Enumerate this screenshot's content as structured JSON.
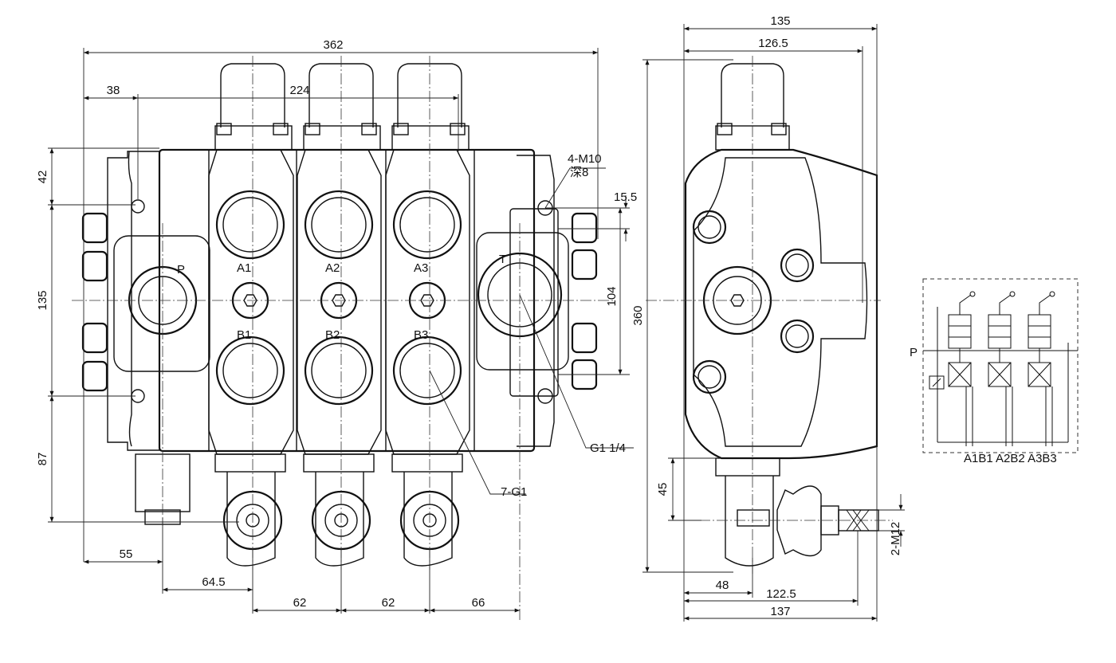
{
  "front_view": {
    "dimensions": {
      "overall_width": "362",
      "left_offset": "38",
      "mounting_span": "224",
      "top_height": "42",
      "body_height": "135",
      "bottom_height": "87",
      "left_bottom": "55",
      "first_spool": "64.5",
      "pitch_1": "62",
      "pitch_2": "62",
      "last_section": "66",
      "tank_offset": "15.5",
      "tank_height": "104"
    },
    "port_labels": {
      "p": "P",
      "t": "T",
      "a1": "A1",
      "a2": "A2",
      "a3": "A3",
      "b1": "B1",
      "b2": "B2",
      "b3": "B3"
    },
    "callouts": {
      "mount_holes_1": "4-M10",
      "mount_holes_2": "深8",
      "tank_thread": "G1 1/4",
      "work_threads": "7-G1"
    }
  },
  "side_view": {
    "dimensions": {
      "overall_width": "135",
      "inner_width": "126.5",
      "height": "360",
      "bottom_height": "45",
      "bottom_offset": "48",
      "handle_offset": "122.5",
      "overall_depth": "137",
      "bolt_thread": "2-M12"
    }
  },
  "schematic": {
    "p_label": "P",
    "port_labels": "A1B1 A2B2 A3B3"
  }
}
